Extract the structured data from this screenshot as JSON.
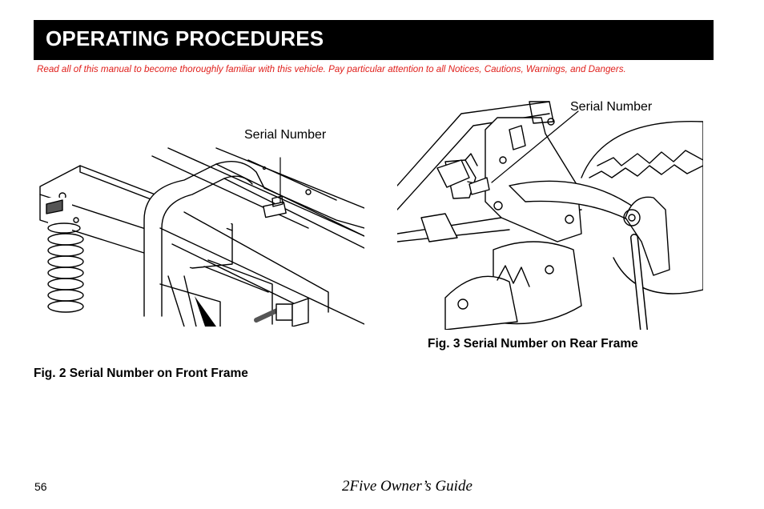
{
  "header": {
    "title": "OPERATING PROCEDURES"
  },
  "notice": "Read all of this manual to become thoroughly familiar with this vehicle. Pay particular attention to all Notices, Cautions, Warnings, and Dangers.",
  "figures": {
    "front": {
      "callout": "Serial Number",
      "caption": "Fig. 2  Serial Number on Front Frame"
    },
    "rear": {
      "callout": "Serial Number",
      "caption": "Fig. 3  Serial Number on Rear Frame"
    }
  },
  "footer": {
    "page_number": "56",
    "guide_title": "2Five Owner’s Guide"
  },
  "colors": {
    "header_bg": "#000000",
    "notice_text": "#e0201c"
  }
}
